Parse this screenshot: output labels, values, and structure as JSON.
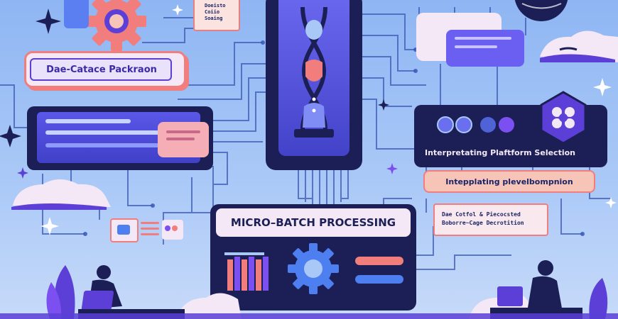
{
  "labels": {
    "data_cache": "Dae-Catace Packraon",
    "top_note_line1": "Doeisto",
    "top_note_line2": "Coiio",
    "top_note_line3": "Soaing",
    "platform_selection": "Interpretating Plaftform Selection",
    "interpolating": "Intepplating plevelbompnion",
    "micro_batch": "MICRO–BATCH PROCESSING",
    "deco_line1": "Dae Cotfol & Piecocsted",
    "deco_line2": "Boborre~Cage Decrotition"
  },
  "icons": {
    "gear_left": "gear-icon",
    "gear_center": "gear-icon",
    "hourglass": "hourglass-icon",
    "hex_badge": "hexagon-node-icon",
    "sparkle": "sparkle-icon",
    "chat": "chat-icon"
  },
  "colors": {
    "navy": "#1c1f56",
    "purple": "#5b3fd6",
    "violet": "#7c4ff0",
    "salmon": "#f27d7d",
    "peach": "#f7c5b8",
    "pale": "#f4e8f6",
    "blue": "#4d7ff0",
    "sky": "#a9c8f7"
  }
}
